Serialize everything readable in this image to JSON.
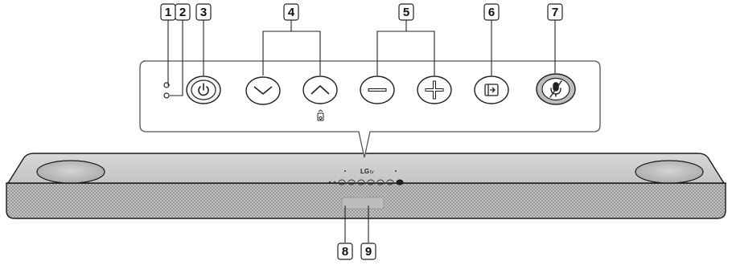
{
  "callouts": [
    {
      "num": "1",
      "target": "indicator-led-upper"
    },
    {
      "num": "2",
      "target": "indicator-led-lower"
    },
    {
      "num": "3",
      "target": "power-button"
    },
    {
      "num": "4",
      "target": "direction-buttons"
    },
    {
      "num": "5",
      "target": "volume-buttons"
    },
    {
      "num": "6",
      "target": "input-button"
    },
    {
      "num": "7",
      "target": "mic-mute-button"
    },
    {
      "num": "8",
      "target": "front-indicator-left"
    },
    {
      "num": "9",
      "target": "front-indicator-right"
    }
  ],
  "buttons": [
    {
      "name": "power",
      "icon": "power-icon"
    },
    {
      "name": "down",
      "icon": "chevron-down-icon"
    },
    {
      "name": "up",
      "icon": "chevron-up-icon",
      "sub_icon": "bluetooth-speaker-icon"
    },
    {
      "name": "volume-down",
      "icon": "minus-icon"
    },
    {
      "name": "volume-up",
      "icon": "plus-icon"
    },
    {
      "name": "input",
      "icon": "input-source-icon"
    },
    {
      "name": "mic-mute",
      "icon": "mic-mute-icon"
    }
  ],
  "colors": {
    "outline": "#1a1a1a",
    "bar_body": "#cfcfcf",
    "bar_mesh": "#9a9a9a",
    "panel_stroke": "#555555"
  }
}
